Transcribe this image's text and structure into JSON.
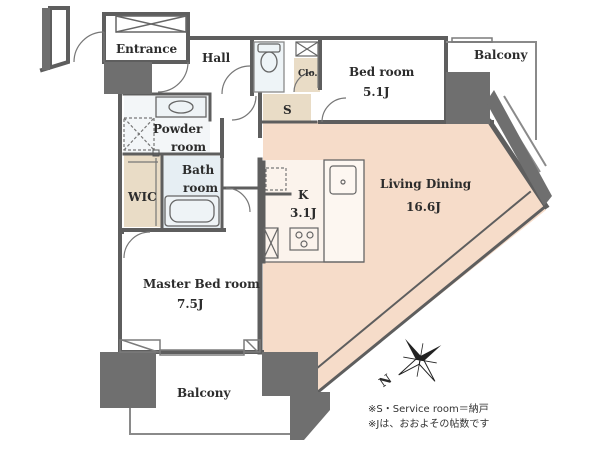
{
  "rooms": {
    "entrance": "Entrance",
    "hall": "Hall",
    "closet": "Clo.",
    "bedroom": {
      "name": "Bed room",
      "size": "5.1J"
    },
    "balcony_top": "Balcony",
    "service": "S",
    "powder": {
      "line1": "Powder",
      "line2": "room"
    },
    "bath": {
      "line1": "Bath",
      "line2": "room"
    },
    "wic": "WIC",
    "kitchen": {
      "name": "K",
      "size": "3.1J"
    },
    "living": {
      "name": "Living Dining",
      "size": "16.6J"
    },
    "master": {
      "name": "Master Bed room",
      "size": "7.5J"
    },
    "balcony_bottom": "Balcony"
  },
  "compass": {
    "label": "N"
  },
  "notes": {
    "line1": "※S・Service room＝納戸",
    "line2": "※Jは、おおよその帖数です"
  },
  "colors": {
    "wall": "#5e5e5e",
    "column": "#6f6f6f",
    "living_floor": "#f6dcc9",
    "wood_floor": "#e9dcc6",
    "wet_floor": "#e6eef3",
    "text": "#2c2c2c"
  }
}
